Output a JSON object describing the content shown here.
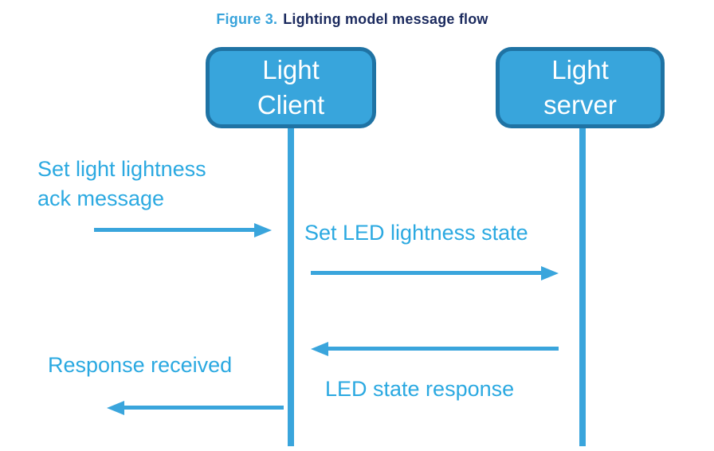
{
  "title": {
    "figure_label": "Figure 3.",
    "title_text": "Lighting model message flow"
  },
  "actors": [
    {
      "name": "Light Client",
      "lines": [
        "Light",
        "Client"
      ]
    },
    {
      "name": "Light server",
      "lines": [
        "Light",
        "server"
      ]
    }
  ],
  "messages": [
    {
      "label": "Set light lightness ack message",
      "lines": [
        "Set light lightness",
        "ack message"
      ],
      "direction": "right"
    },
    {
      "label": "Set LED lightness state",
      "direction": "right"
    },
    {
      "label": "LED state response",
      "direction": "left"
    },
    {
      "label": "Response received",
      "direction": "left"
    }
  ],
  "colors": {
    "box_fill": "#38A5DC",
    "box_border": "#1F73A4",
    "arrow": "#3AA5DC",
    "label_text": "#2BA9E1",
    "figure_label": "#38A3DB",
    "title_text": "#1B2A5E",
    "actor_text": "#FFFFFF"
  }
}
